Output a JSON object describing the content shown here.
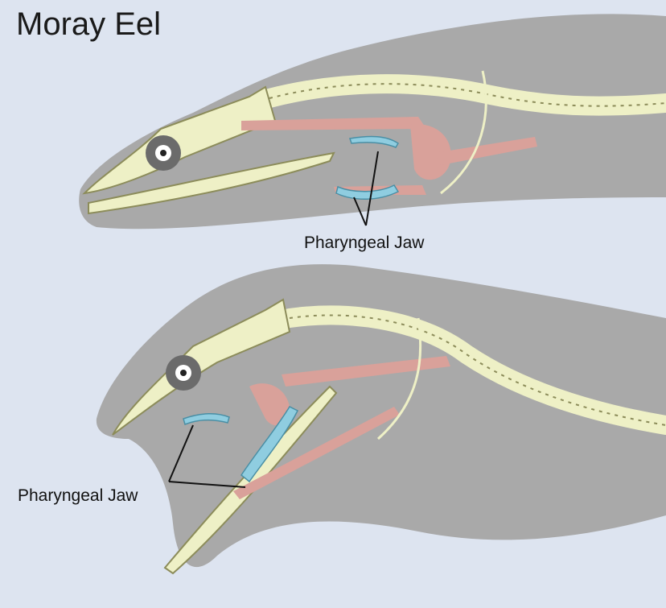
{
  "title": "Moray Eel",
  "labels": {
    "top": "Pharyngeal Jaw",
    "bottom": "Pharyngeal Jaw"
  },
  "colors": {
    "background": "#dde4f0",
    "body": "#a9a9a9",
    "bone": "#eef0c6",
    "bone_outline": "#8c8c5a",
    "muscle": "#d9a19a",
    "pharyngeal_jaw": "#8fcde0",
    "line": "#111111"
  }
}
